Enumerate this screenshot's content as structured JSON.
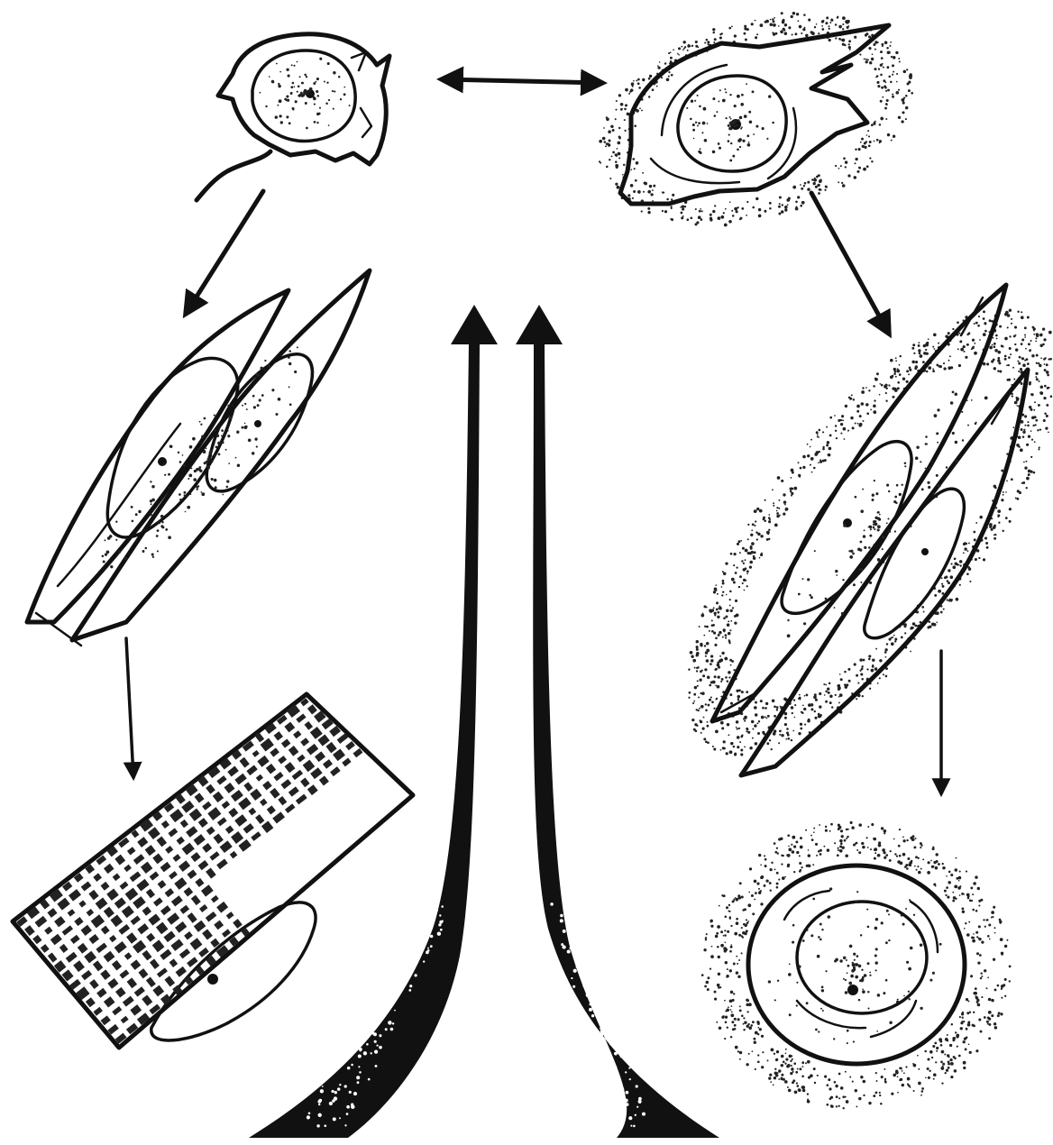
{
  "colors": {
    "ink": "#111111",
    "background": "#ffffff",
    "stipple": "#222222"
  },
  "cells": [
    {
      "id": "cell-top-left",
      "shape": "rounded-irregular"
    },
    {
      "id": "cell-top-right",
      "shape": "stellate-stippled"
    },
    {
      "id": "cell-mid-left",
      "shape": "paired-spindles"
    },
    {
      "id": "cell-mid-right",
      "shape": "paired-spindles-stippled"
    },
    {
      "id": "cell-bottom-left",
      "shape": "cross-striated-fiber"
    },
    {
      "id": "cell-bottom-right",
      "shape": "round-stippled"
    }
  ],
  "arrows": [
    {
      "id": "arrow-top-bidirectional",
      "direction": "left-right"
    },
    {
      "id": "arrow-left-1",
      "direction": "down"
    },
    {
      "id": "arrow-left-2",
      "direction": "down"
    },
    {
      "id": "arrow-right-1",
      "direction": "down"
    },
    {
      "id": "arrow-right-2",
      "direction": "down"
    },
    {
      "id": "arrow-center-left",
      "direction": "up"
    },
    {
      "id": "arrow-center-right",
      "direction": "up"
    }
  ]
}
